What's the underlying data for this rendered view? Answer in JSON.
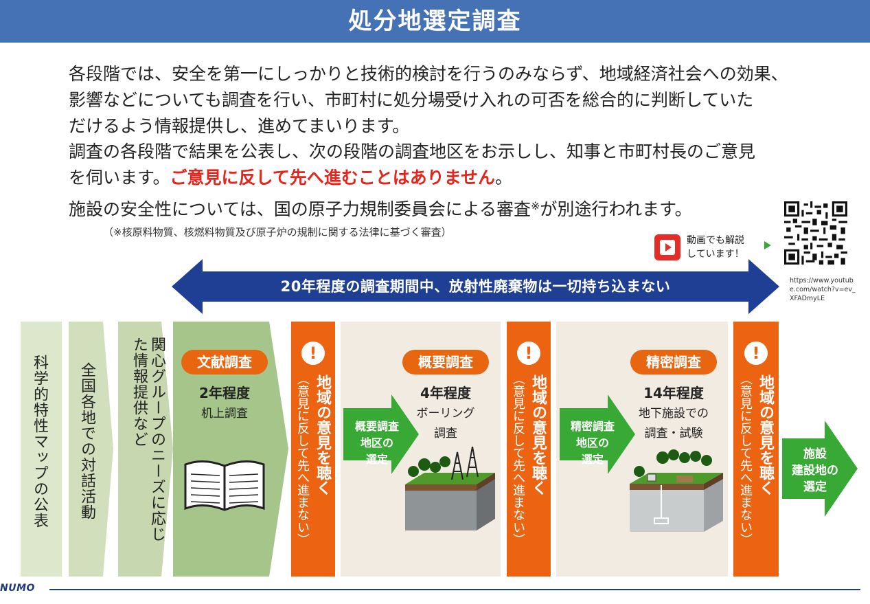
{
  "title": "処分地選定調査",
  "intro": {
    "p1_lines": [
      "各段階では、安全を第一にしっかりと技術的検討を行うのみならず、地域経済社会への効果、",
      "影響などについても調査を行い、市町村に処分場受け入れの可否を総合的に判断していた",
      "だけるよう情報提供し、進めてまいります。"
    ],
    "p2_line1": "調査の各段階で結果を公表し、次の段階の調査地区をお示しし、知事と市町村長のご意見",
    "p2_line2_prefix": "を伺います。",
    "p2_emphasis": "ご意見に反して先へ進むことはありません",
    "p2_line2_suffix": "。",
    "p3_text": "施設の安全性については、国の原子力規制委員会による審査",
    "p3_mark": "※",
    "p3_suffix": "が別途行われます。",
    "note": "（※核原料物質、核燃料物質及び原子炉の規制に関する法律に基づく審査）"
  },
  "video": {
    "icon": "youtube-icon",
    "line1": "動画でも解説",
    "line2": "しています！",
    "url": "https://www.youtube.com/watch?v=ev_XFADmyLE"
  },
  "period_arrow": "20年程度の調査期間中、放射性廃棄物は一切持ち込まない",
  "pre_steps": [
    "科学的特性マップの公表",
    "全国各地での対話活動",
    "関心グループのニーズに応じた情報提供など"
  ],
  "stages": [
    {
      "name": "文献調査",
      "years": "2年程度",
      "desc": [
        "机上調査"
      ]
    },
    {
      "name": "概要調査",
      "years": "4年程度",
      "desc": [
        "ボーリング",
        "調査"
      ],
      "selection": [
        "概要調査",
        "地区の",
        "選定"
      ]
    },
    {
      "name": "精密調査",
      "years": "14年程度",
      "desc": [
        "地下施設での",
        "調査・試験"
      ],
      "selection": [
        "精密調査",
        "地区の",
        "選定"
      ]
    }
  ],
  "listen": {
    "main": "地域の意見を聴く",
    "sub": "（意見に反して先へ進まない）",
    "mark": "!"
  },
  "final": [
    "施設",
    "建設地の",
    "選定"
  ],
  "footer": "NUMO",
  "colors": {
    "header": "#4472b4",
    "orange": "#ec6412",
    "green": "#39a935",
    "navy": "#1f3f94",
    "stage_green": "#a5c58b"
  }
}
